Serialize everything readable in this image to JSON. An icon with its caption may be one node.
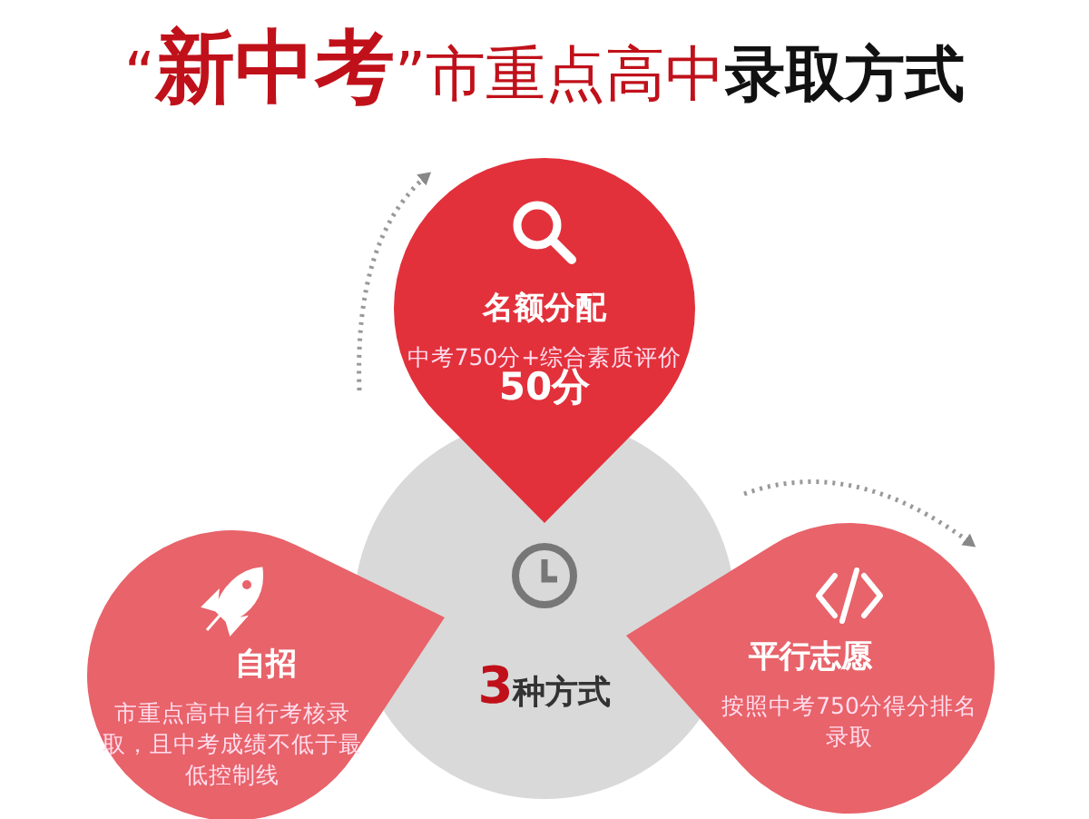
{
  "diagram": {
    "title": "“**新中考**”市重点高中**录取方式**",
    "nodes": [
      {
        "text": [
          "名额分配",
          "中考750分+综合素质评价**50分**"
        ]
      },
      {
        "text": [
          "自招",
          "市重点高中自行考核录取，且中考成绩不低于最低控制线"
        ]
      },
      {
        "text": [
          "平行志愿",
          "按照中考750分得分排名录取"
        ]
      },
      {
        "text": [
          "**3**种方式"
        ]
      }
    ]
  }
}
